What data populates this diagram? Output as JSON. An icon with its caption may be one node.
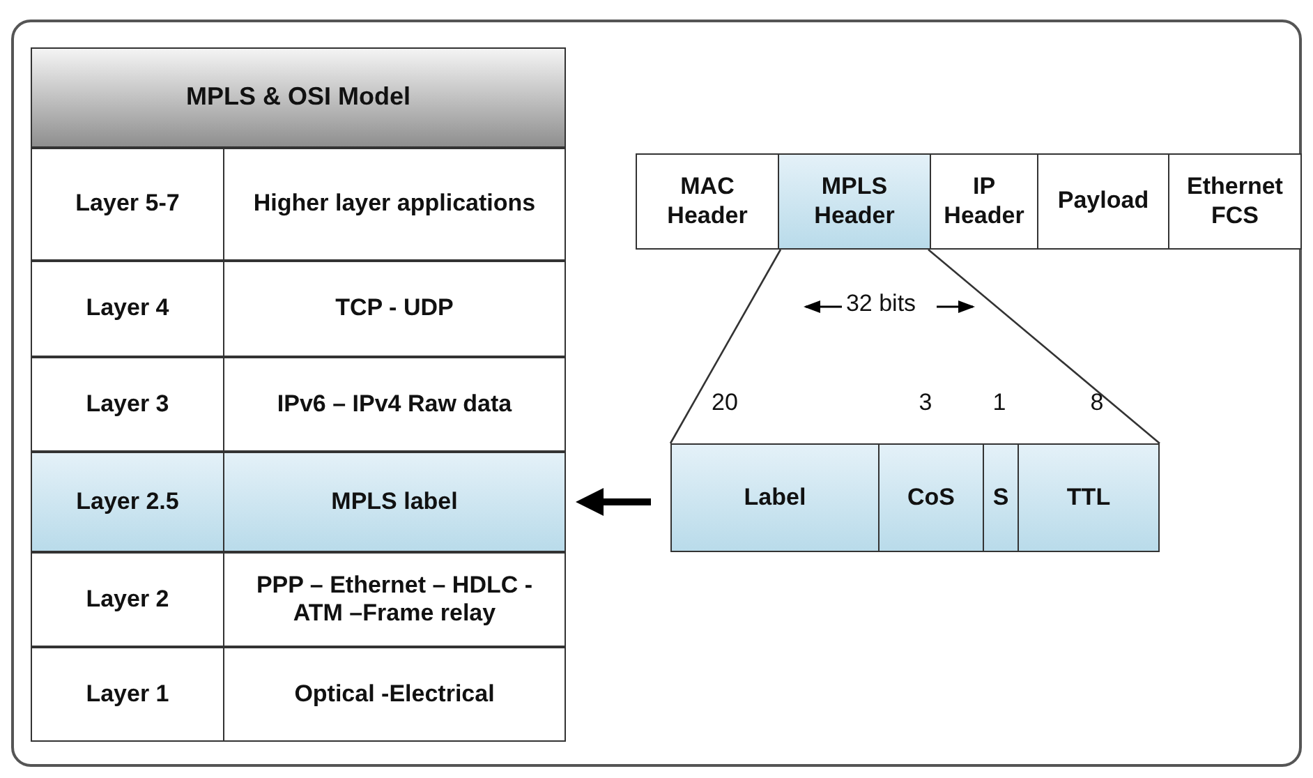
{
  "diagram": {
    "nodes": [
      {
        "text": [
          "MPLS & OSI Model"
        ]
      },
      {
        "text": [
          "Layer 5-7",
          "Higher layer applications"
        ]
      },
      {
        "text": [
          "Layer 4",
          "TCP - UDP"
        ]
      },
      {
        "text": [
          "Layer 3",
          "IPv6 – IPv4 Raw data"
        ]
      },
      {
        "text": [
          "Layer 2.5",
          "MPLS label"
        ]
      },
      {
        "text": [
          "Layer 2",
          "PPP – Ethernet – HDLC - ATM –Frame relay"
        ]
      },
      {
        "text": [
          "Layer 1",
          "Optical -Electrical"
        ]
      },
      {
        "text": [
          "MAC Header"
        ]
      },
      {
        "text": [
          "MPLS Header"
        ]
      },
      {
        "text": [
          "IP Header"
        ]
      },
      {
        "text": [
          "Payload"
        ]
      },
      {
        "text": [
          "Ethernet FCS"
        ]
      },
      {
        "text": [
          "Label"
        ]
      },
      {
        "text": [
          "CoS"
        ]
      },
      {
        "text": [
          "S"
        ]
      },
      {
        "text": [
          "TTL"
        ]
      }
    ],
    "edges": [
      {
        "from": 12,
        "to": 4,
        "arrow": "to",
        "style": "thick"
      },
      {
        "from": 8,
        "to": 12,
        "arrow": "none"
      },
      {
        "from": 8,
        "to": 15,
        "arrow": "none"
      }
    ],
    "labels": [
      "32 bits",
      "20",
      "3",
      "1",
      "8"
    ]
  }
}
